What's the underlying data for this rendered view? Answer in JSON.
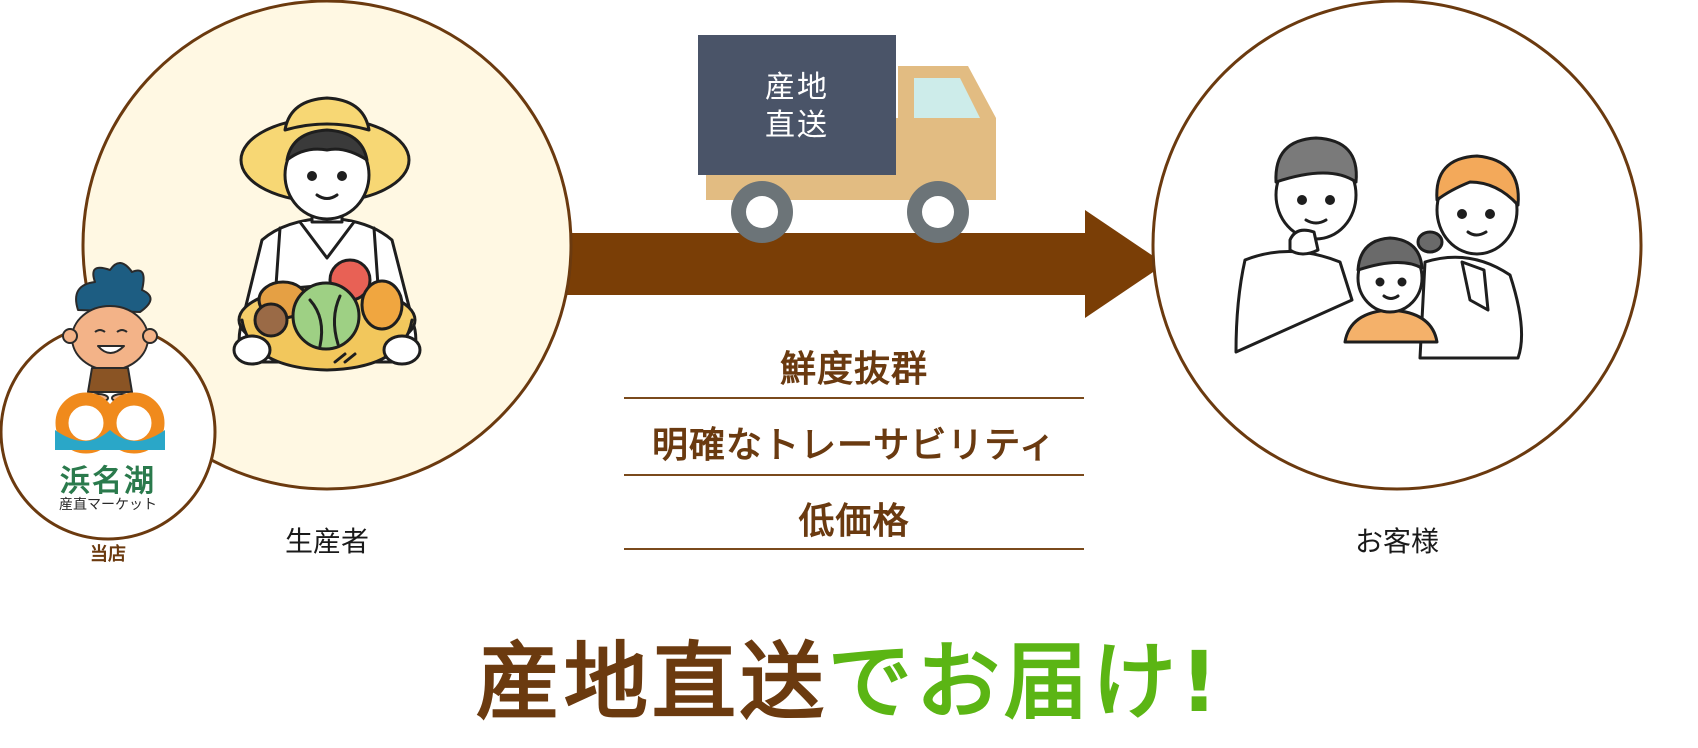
{
  "truck": {
    "sign_line1": "産地",
    "sign_line2": "直送"
  },
  "producer": {
    "label": "生産者"
  },
  "store": {
    "logo_line1": "浜名湖",
    "logo_line2": "産直マーケット",
    "label": "当店"
  },
  "customer": {
    "label": "お客様"
  },
  "benefits": [
    "鮮度抜群",
    "明確なトレーサビリティ",
    "低価格"
  ],
  "headline": {
    "part1": "産地直送",
    "part2": "でお届け!"
  },
  "colors": {
    "brown": "#6b3a0f",
    "arrow": "#7a3e06",
    "green": "#5bb514",
    "producer_bg": "#fff8e3",
    "truck_sign": "#4a5468",
    "truck_body": "#e2bc82",
    "logo_orange": "#f08a1c",
    "logo_blue": "#2aa7c8"
  },
  "icons": [
    "farmer-icon",
    "family-icon",
    "delivery-truck-icon",
    "mascot-icon",
    "arrow-icon"
  ]
}
